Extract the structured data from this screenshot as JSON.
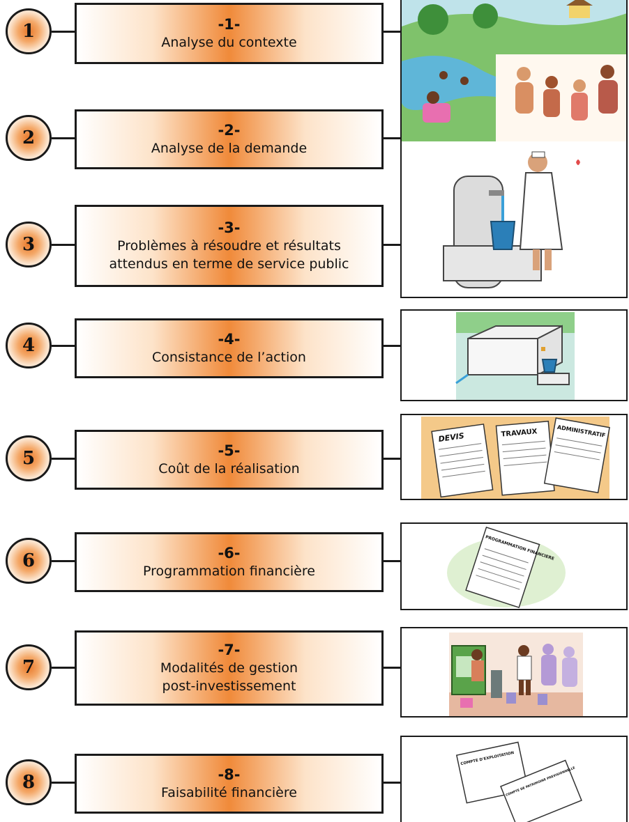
{
  "steps": [
    {
      "circle": "1",
      "number": "-1-",
      "title": [
        "Analyse du contexte"
      ]
    },
    {
      "circle": "2",
      "number": "-2-",
      "title": [
        "Analyse de la demande"
      ]
    },
    {
      "circle": "3",
      "number": "-3-",
      "title": [
        "Problèmes à résoudre et résultats",
        "attendus en terme de service public"
      ]
    },
    {
      "circle": "4",
      "number": "-4-",
      "title": [
        "Consistance de l’action"
      ]
    },
    {
      "circle": "5",
      "number": "-5-",
      "title": [
        "Coût de la réalisation"
      ]
    },
    {
      "circle": "6",
      "number": "-6-",
      "title": [
        "Programmation financière"
      ]
    },
    {
      "circle": "7",
      "number": "-7-",
      "title": [
        "Modalités de gestion",
        "post-investissement"
      ]
    },
    {
      "circle": "8",
      "number": "-8-",
      "title": [
        "Faisabilité financière"
      ]
    }
  ],
  "illustrations": {
    "devis_doc": "DEVIS",
    "travaux_doc": "TRAVAUX",
    "administratif_doc": "ADMINISTRATIF",
    "programmation_doc": "PROGRAMMATION FINANCIERE",
    "compte_exploitation_doc": "COMPTE D'EXPLOITATION",
    "compte_patrimoine_doc": "COMPTE DE PATRIMOINE PREVISIONNELLE"
  },
  "colors": {
    "accent": "#f08a3a",
    "outline": "#1a1a1a"
  }
}
